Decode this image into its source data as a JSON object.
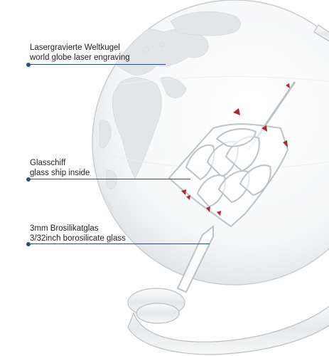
{
  "annotations": [
    {
      "de": "Lasergravierte Weltkugel",
      "en": "world globe laser engraving"
    },
    {
      "de": "Glasschiff",
      "en": "glass ship inside"
    },
    {
      "de": "3mm Brosilikatglas",
      "en": "3/32inch borosilicate glass"
    }
  ],
  "colors": {
    "accent": "#2e4f7a",
    "glass": "#dfe4e8",
    "ship_detail": "#b3242e"
  }
}
